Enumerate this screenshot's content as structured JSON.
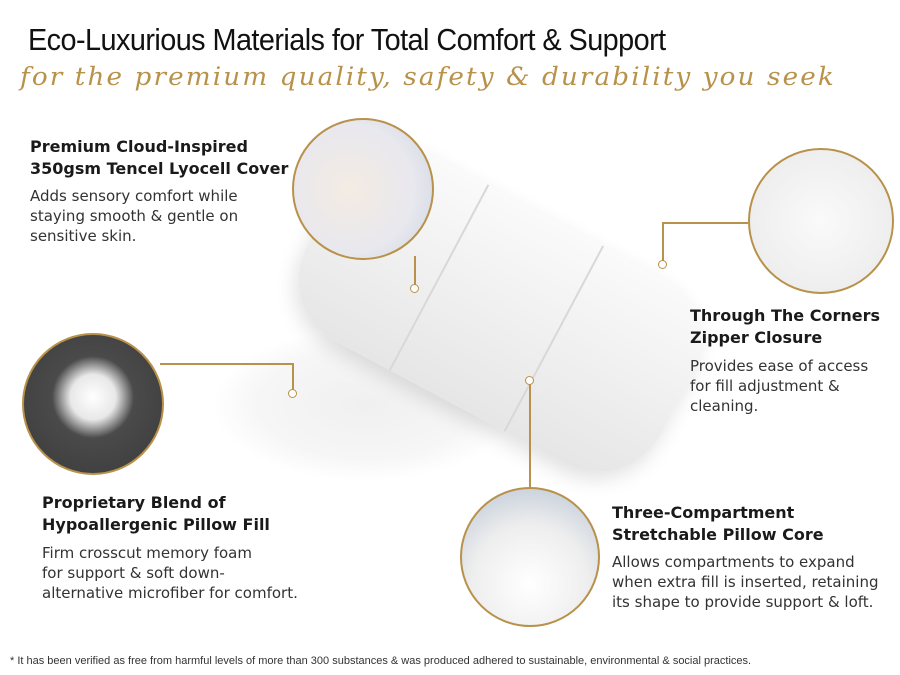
{
  "header": {
    "title": "Eco-Luxurious Materials for Total Comfort & Support",
    "subtitle": "for the premium quality, safety & durability you seek"
  },
  "features": [
    {
      "head1": "Premium Cloud-Inspired",
      "head2": "350gsm Tencel Lyocell Cover",
      "desc": [
        "Adds sensory comfort while",
        "staying smooth & gentle on",
        "sensitive skin."
      ]
    },
    {
      "head1": "Through The Corners",
      "head2": "Zipper Closure",
      "desc": [
        "Provides ease of access",
        "for fill adjustment &",
        "cleaning."
      ]
    },
    {
      "head1": "Proprietary Blend of",
      "head2": "Hypoallergenic Pillow Fill",
      "desc": [
        "Firm crosscut memory foam",
        "for support & soft down-",
        "alternative microfiber for comfort."
      ]
    },
    {
      "head1": "Three-Compartment",
      "head2": "Stretchable Pillow Core",
      "desc": [
        "Allows compartments to expand",
        "when extra fill is inserted, retaining",
        "its shape to provide support & loft."
      ]
    }
  ],
  "footnote": "* It has been verified as free from harmful levels of more than 300 substances & was produced adhered to sustainable, environmental & social practices.",
  "colors": {
    "accent": "#b8914a"
  }
}
